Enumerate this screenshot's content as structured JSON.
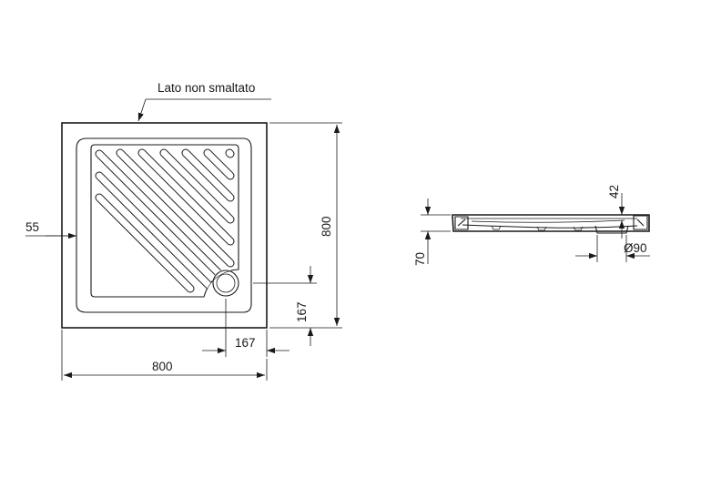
{
  "labels": {
    "note": "Lato non smaltato",
    "side_margin": "55",
    "plan_height": "800",
    "plan_width": "800",
    "drain_offset_x": "167",
    "drain_offset_y": "167",
    "rim_thickness": "42",
    "tray_height": "70",
    "drain_diameter": "Ø90"
  },
  "colors": {
    "line": "#1a1a1a",
    "background": "#ffffff"
  }
}
